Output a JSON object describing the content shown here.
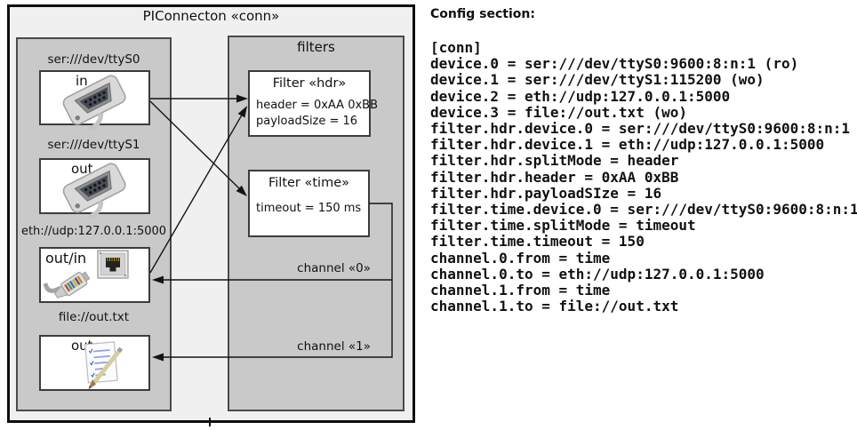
{
  "colors": {
    "outer_fill": "#f0f0f0",
    "panel_fill": "#c9c9c9",
    "box_fill": "#ffffff",
    "outer_border": "#0d0d0d",
    "panel_border": "#4a4a4a",
    "wire_color": "#141414"
  },
  "diagram": {
    "title": "PIConnecton «conn»",
    "devices_panel": {
      "devices": [
        {
          "uri": "ser:///dev/ttyS0",
          "direction": "in",
          "icon": "serial-port-icon"
        },
        {
          "uri": "ser:///dev/ttyS1",
          "direction": "out",
          "icon": "serial-port-icon"
        },
        {
          "uri": "eth://udp:127.0.0.1:5000",
          "direction": "out/in",
          "icon": "ethernet-icon"
        },
        {
          "uri": "file://out.txt",
          "direction": "out",
          "icon": "document-pen-icon"
        }
      ]
    },
    "filters_panel": {
      "title": "filters",
      "filters": [
        {
          "title": "Filter «hdr»",
          "properties": [
            "header = 0xAA 0xBB",
            "payloadSize = 16"
          ]
        },
        {
          "title": "Filter «time»",
          "properties": [
            "timeout = 150 ms"
          ]
        }
      ]
    },
    "channels": [
      {
        "label": "channel «0»"
      },
      {
        "label": "channel «1»"
      }
    ]
  },
  "config": {
    "heading": "Config section:",
    "lines": [
      "[conn]",
      "device.0 = ser:///dev/ttyS0:9600:8:n:1 (ro)",
      "device.1 = ser:///dev/ttyS1:115200 (wo)",
      "device.2 = eth://udp:127.0.0.1:5000",
      "device.3 = file://out.txt (wo)",
      "filter.hdr.device.0 = ser:///dev/ttyS0:9600:8:n:1",
      "filter.hdr.device.1 = eth://udp:127.0.0.1:5000",
      "filter.hdr.splitMode = header",
      "filter.hdr.header = 0xAA 0xBB",
      "filter.hdr.payloadSIze = 16",
      "filter.time.device.0 = ser:///dev/ttyS0:9600:8:n:1",
      "filter.time.splitMode = timeout",
      "filter.time.timeout = 150",
      "channel.0.from = time",
      "channel.0.to = eth://udp:127.0.0.1:5000",
      "channel.1.from = time",
      "channel.1.to = file://out.txt"
    ]
  }
}
